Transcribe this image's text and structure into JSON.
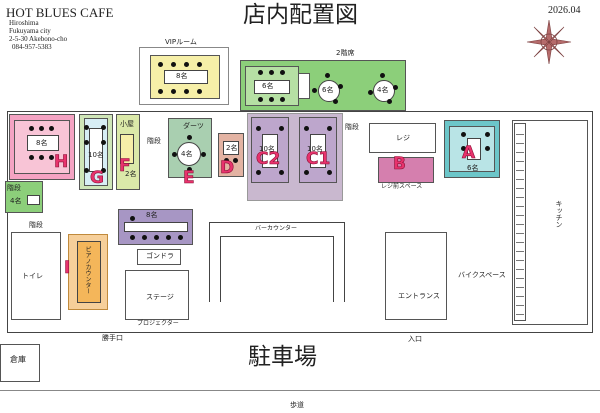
{
  "header": {
    "cafe_name": "HOT BLUES CAFE",
    "city1": "Hiroshima",
    "city2": "Fukuyama city",
    "address": "2-5-30 Akebono-cho",
    "phone": "084-957-5383",
    "title": "店内配置図",
    "date": "2026.04"
  },
  "areas": {
    "vip": "VIPルーム",
    "floor2": "2階席",
    "stairs": "階段",
    "darts": "ダーツ",
    "register": "レジ",
    "register_space": "レジ前スペース",
    "kitchen": "キッチン",
    "bar_counter": "バーカウンター",
    "toilet": "トイレ",
    "gondola": "ゴンドラ",
    "stage": "ステージ",
    "entrance": "エントランス",
    "bike_space": "バイクスペース",
    "projector": "プロジェクター",
    "back_door": "勝手口",
    "entrance_label": "入口",
    "storage": "倉庫",
    "parking": "駐車場",
    "sidewalk": "歩道",
    "koagari": "小屋",
    "stage_vert": "ピアノカウンター"
  },
  "capacities": {
    "vip": "8名",
    "floor2_a": "6名",
    "floor2_b": "6名",
    "floor2_c": "4名",
    "H": "8名",
    "G": "10名",
    "F": "2名",
    "E": "4名",
    "D": "2名",
    "C2": "10名",
    "C1": "10名",
    "A": "6名",
    "stairs2": "階段",
    "side": "4名",
    "eight_row": "8名"
  },
  "seat_letters": [
    "H",
    "G",
    "F",
    "E",
    "D",
    "C2",
    "C1",
    "B",
    "A",
    "I"
  ]
}
